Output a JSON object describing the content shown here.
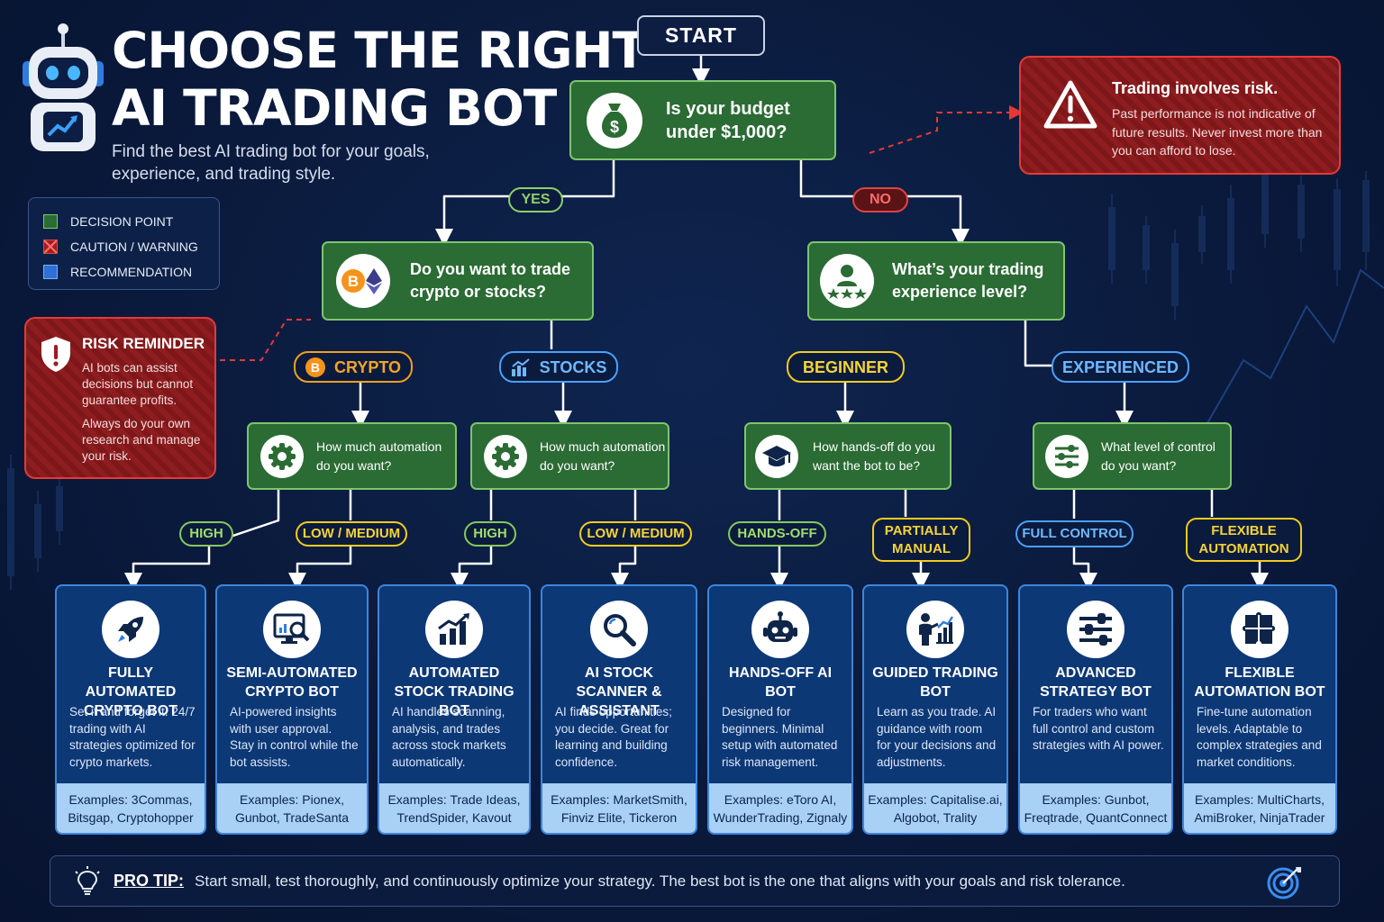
{
  "header": {
    "title_line1": "CHOOSE THE RIGHT",
    "title_line2": "AI TRADING BOT",
    "subtitle": "Find the best AI trading bot for your goals, experience, and trading style."
  },
  "legend": {
    "items": [
      {
        "label": "DECISION POINT",
        "color": "#2b8a3e"
      },
      {
        "label": "CAUTION / WARNING",
        "color": "#d32f2f"
      },
      {
        "label": "RECOMMENDATION",
        "color": "#2f6fd6"
      }
    ]
  },
  "risk_reminder": {
    "title": "RISK REMINDER",
    "text1": "AI bots can assist decisions but cannot guarantee profits.",
    "text2": "Always do your own research and manage your risk."
  },
  "warning": {
    "title": "Trading involves risk.",
    "text": "Past performance is not indicative of future results. Never invest more than you can afford to lose."
  },
  "flow": {
    "start": "START",
    "q_budget": "Is your budget under $1,000?",
    "yes": "YES",
    "no": "NO",
    "q_market": "Do you want to trade crypto or stocks?",
    "q_experience": "What’s your trading experience level?",
    "crypto": "CRYPTO",
    "stocks": "STOCKS",
    "beginner": "BEGINNER",
    "experienced": "EXPERIENCED",
    "q_auto_crypto": "How much automation do you want?",
    "q_auto_stocks": "How much automation do you want?",
    "q_handsoff": "How hands-off do you want the bot to be?",
    "q_control": "What level of control do you want?",
    "high_1": "HIGH",
    "lowmed_1": "LOW / MEDIUM",
    "high_2": "HIGH",
    "lowmed_2": "LOW / MEDIUM",
    "hands_off": "HANDS-OFF",
    "partially_manual": "PARTIALLY MANUAL",
    "full_control": "FULL CONTROL",
    "flexible_automation": "FLEXIBLE AUTOMATION"
  },
  "cards": [
    {
      "icon": "rocket-icon",
      "title": "FULLY AUTOMATED CRYPTO BOT",
      "desc": "Set it and forget it. 24/7 trading with AI strategies optimized for crypto markets.",
      "examples": "Examples: 3Commas, Bitsgap, Cryptohopper"
    },
    {
      "icon": "monitor-search-icon",
      "title": "SEMI-AUTOMATED CRYPTO BOT",
      "desc": "AI-powered insights with user approval. Stay in control while the bot assists.",
      "examples": "Examples: Pionex, Gunbot, TradeSanta"
    },
    {
      "icon": "bar-chart-icon",
      "title": "AUTOMATED STOCK TRADING BOT",
      "desc": "AI handles scanning, analysis, and trades across stock markets automatically.",
      "examples": "Examples: Trade Ideas, TrendSpider, Kavout"
    },
    {
      "icon": "magnifier-icon",
      "title": "AI STOCK SCANNER & ASSISTANT",
      "desc": "AI finds opportunities; you decide. Great for learning and building confidence.",
      "examples": "Examples: MarketSmith, Finviz Elite, Tickeron"
    },
    {
      "icon": "robot-icon",
      "title": "HANDS-OFF AI BOT",
      "desc": "Designed for beginners. Minimal setup with automated risk management.",
      "examples": "Examples: eToro AI, WunderTrading, Zignaly"
    },
    {
      "icon": "presenter-chart-icon",
      "title": "GUIDED TRADING BOT",
      "desc": "Learn as you trade. AI guidance with room for your decisions and adjustments.",
      "examples": "Examples: Capitalise.ai, Algobot, Trality"
    },
    {
      "icon": "sliders-icon",
      "title": "ADVANCED STRATEGY BOT",
      "desc": "For traders who want full control and custom strategies with AI power.",
      "examples": "Examples: Gunbot, Freqtrade, QuantConnect"
    },
    {
      "icon": "puzzle-icon",
      "title": "FLEXIBLE AUTOMATION BOT",
      "desc": "Fine-tune automation levels. Adaptable to complex strategies and market conditions.",
      "examples": "Examples: MultiCharts, AmiBroker, NinjaTrader"
    }
  ],
  "pro_tip": {
    "label": "PRO TIP:",
    "text": "Start small, test thoroughly, and continuously optimize your strategy. The best bot is the one that aligns with your goals and risk tolerance."
  }
}
